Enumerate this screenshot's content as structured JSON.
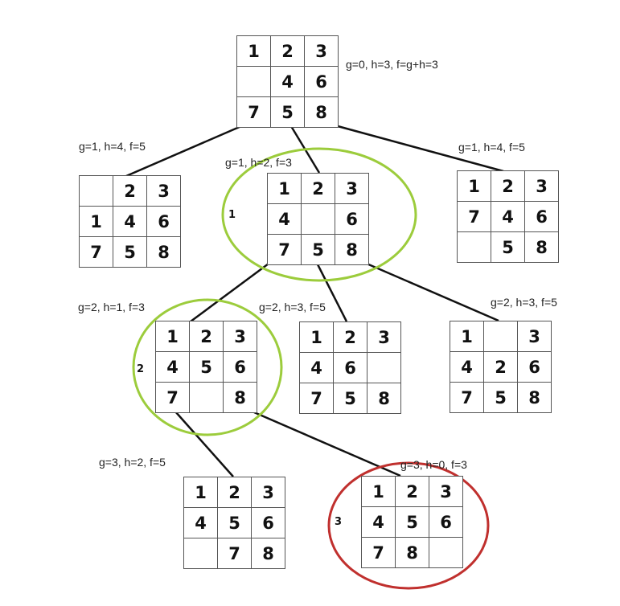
{
  "nodes": [
    {
      "id": "root",
      "cells": [
        "1",
        "2",
        "3",
        "",
        "4",
        "6",
        "7",
        "5",
        "8"
      ],
      "label": "g=0, h=3, f=g+h=3"
    },
    {
      "id": "l1a",
      "cells": [
        "",
        "2",
        "3",
        "1",
        "4",
        "6",
        "7",
        "5",
        "8"
      ],
      "label": "g=1, h=4, f=5"
    },
    {
      "id": "l1b",
      "cells": [
        "1",
        "2",
        "3",
        "4",
        "",
        "6",
        "7",
        "5",
        "8"
      ],
      "label": "g=1, h=2, f=3",
      "step": "1",
      "highlight": "green"
    },
    {
      "id": "l1c",
      "cells": [
        "1",
        "2",
        "3",
        "7",
        "4",
        "6",
        "",
        "5",
        "8"
      ],
      "label": "g=1, h=4, f=5"
    },
    {
      "id": "l2a",
      "cells": [
        "1",
        "2",
        "3",
        "4",
        "5",
        "6",
        "7",
        "",
        "8"
      ],
      "label": "g=2, h=1, f=3",
      "step": "2",
      "highlight": "green"
    },
    {
      "id": "l2b",
      "cells": [
        "1",
        "2",
        "3",
        "4",
        "6",
        "",
        "7",
        "5",
        "8"
      ],
      "label": "g=2, h=3, f=5"
    },
    {
      "id": "l2c",
      "cells": [
        "1",
        "",
        "3",
        "4",
        "2",
        "6",
        "7",
        "5",
        "8"
      ],
      "label": "g=2, h=3, f=5"
    },
    {
      "id": "l3a",
      "cells": [
        "1",
        "2",
        "3",
        "4",
        "5",
        "6",
        "",
        "7",
        "8"
      ],
      "label": "g=3, h=2, f=5"
    },
    {
      "id": "l3b",
      "cells": [
        "1",
        "2",
        "3",
        "4",
        "5",
        "6",
        "7",
        "8",
        ""
      ],
      "label": "g=3, h=0, f=3",
      "step": "3",
      "highlight": "red"
    }
  ],
  "edges": [
    [
      "root",
      "l1a"
    ],
    [
      "root",
      "l1b"
    ],
    [
      "root",
      "l1c"
    ],
    [
      "l1b",
      "l2a"
    ],
    [
      "l1b",
      "l2b"
    ],
    [
      "l1b",
      "l2c"
    ],
    [
      "l2a",
      "l3a"
    ],
    [
      "l2a",
      "l3b"
    ]
  ],
  "colors": {
    "highlight_green": "#9ccc3c",
    "highlight_red": "#c0302e",
    "edge": "#111111",
    "grid": "#555555"
  }
}
